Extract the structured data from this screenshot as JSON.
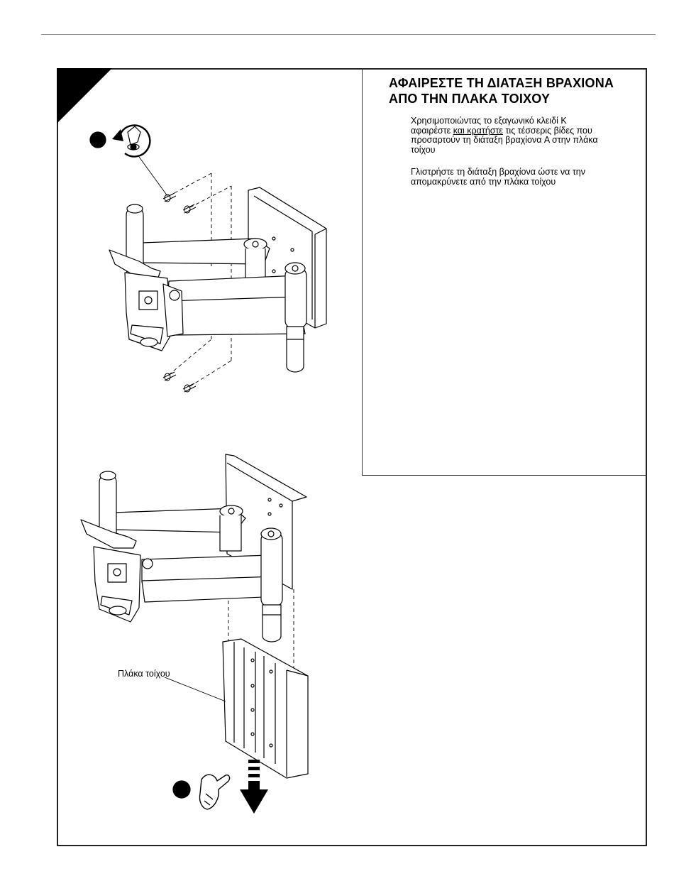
{
  "heading": {
    "line1": "ΑΦΑΙΡΕΣΤΕ ΤΗ ΔΙΑΤΑΞΗ ΒΡΑΧΙΟΝΑ",
    "line2": "ΑΠΟ ΤΗΝ ΠΛΑΚΑ ΤΟΙΧΟΥ"
  },
  "step1": {
    "line1": "Χρησιμοποιώντας το εξαγωνικό κλειδί  K",
    "line2_a": "αφαιρέστε ",
    "line2_u": "και κρατήστε",
    "line2_b": " τις τέσσερις βίδες που",
    "line3": "προσαρτούν τη διάταξη βραχίονα  A  στην πλάκα",
    "line4": "τοίχου"
  },
  "step2": {
    "line1": "Γλιστρήστε τη διάταξη βραχίονα       ώστε να την",
    "line2": "απομακρύνετε από την πλάκα τοίχου"
  },
  "callout_wall_plate": "Πλάκα τοίχου",
  "icons": {
    "corner": "corner-triangle-icon",
    "step1_marker": "step-marker-icon",
    "hex_key_rotate": "hex-key-rotate-icon",
    "step2_marker": "step-marker-icon",
    "hand": "hand-icon",
    "down_arrow": "slide-down-arrow-icon"
  }
}
